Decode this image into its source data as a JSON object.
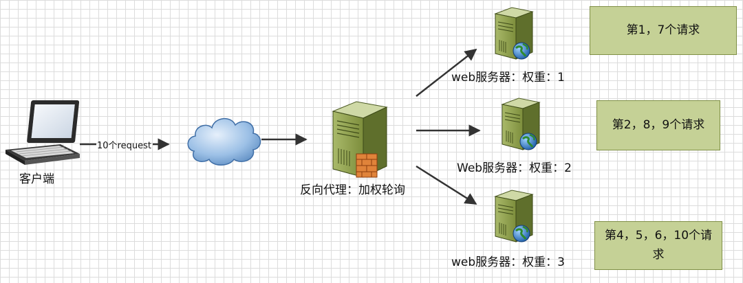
{
  "client": {
    "label": "客户端"
  },
  "request_edge": {
    "label": "10个request"
  },
  "proxy": {
    "label": "反向代理：加权轮询"
  },
  "servers": [
    {
      "label": "web服务器：权重：1",
      "note": "第1，7个请求"
    },
    {
      "label": "Web服务器：权重：2",
      "note": "第2，8，9个请求"
    },
    {
      "label": "web服务器：权重：3",
      "note": "第4，5，6，10个请求"
    }
  ],
  "colors": {
    "note_fill": "#c5d196",
    "server_body": "#8fa04a",
    "cloud": "#8fb6e0",
    "arrow": "#333333"
  },
  "icons": [
    "laptop-icon",
    "cloud-icon",
    "server-firewall-icon",
    "server-globe-icon"
  ]
}
